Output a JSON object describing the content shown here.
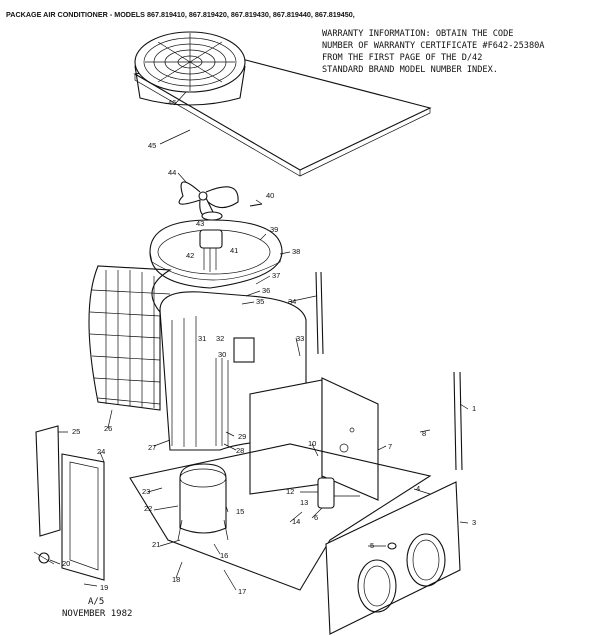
{
  "header": {
    "title": "PACKAGE AIR CONDITIONER - MODELS 867.819410, 867.819420, 867.819430, 867.819440, 867.819450,"
  },
  "warranty_note": [
    "WARRANTY INFORMATION:  OBTAIN THE CODE",
    "NUMBER OF WARRANTY CERTIFICATE #F642-25380A",
    "FROM THE FIRST PAGE OF THE D/42",
    "STANDARD BRAND MODEL NUMBER INDEX."
  ],
  "part_numbers": [
    "1",
    "3",
    "4",
    "5",
    "6",
    "7",
    "8",
    "10",
    "12",
    "13",
    "14",
    "15",
    "16",
    "17",
    "18",
    "19",
    "20",
    "21",
    "22",
    "23",
    "24",
    "25",
    "26",
    "27",
    "28",
    "29",
    "30",
    "31",
    "32",
    "33",
    "34",
    "35",
    "36",
    "37",
    "38",
    "39",
    "40",
    "41",
    "42",
    "43",
    "44",
    "45",
    "46"
  ],
  "footer": {
    "code": "A/5",
    "date": "NOVEMBER 1982"
  }
}
